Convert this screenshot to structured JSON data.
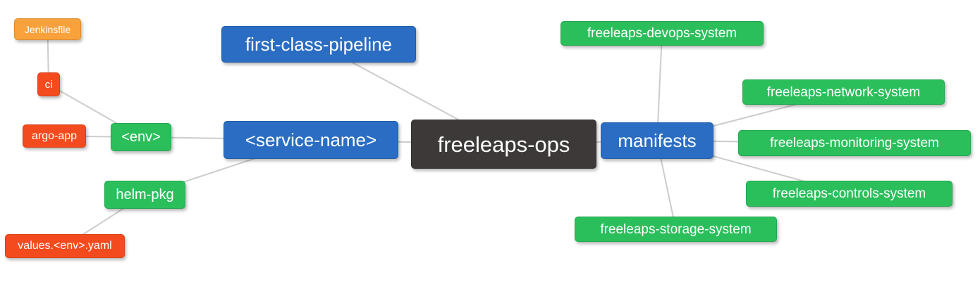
{
  "colors": {
    "orange": "#F9A23C",
    "red": "#F44B1E",
    "green": "#2BBF5C",
    "blue": "#2A6DC2",
    "dark": "#3D3938",
    "edge": "#CCCCCC",
    "background": "#FFFFFF",
    "text": "#FFFFFF"
  },
  "mindmap": {
    "root": "freeleaps_ops",
    "nodes": {
      "freeleaps_ops": {
        "label": "freeleaps-ops",
        "color": "#3D3938"
      },
      "first_class_pipeline": {
        "label": "first-class-pipeline",
        "color": "#2A6DC2"
      },
      "service_name": {
        "label": "<service-name>",
        "color": "#2A6DC2"
      },
      "manifests": {
        "label": "manifests",
        "color": "#2A6DC2"
      },
      "env": {
        "label": "<env>",
        "color": "#2BBF5C"
      },
      "helm_pkg": {
        "label": "helm-pkg",
        "color": "#2BBF5C"
      },
      "ci": {
        "label": "ci",
        "color": "#F44B1E"
      },
      "argo_app": {
        "label": "argo-app",
        "color": "#F44B1E"
      },
      "jenkinsfile": {
        "label": "Jenkinsfile",
        "color": "#F9A23C"
      },
      "values_env_yaml": {
        "label": "values.<env>.yaml",
        "color": "#F44B1E"
      },
      "devops_system": {
        "label": "freeleaps-devops-system",
        "color": "#2BBF5C"
      },
      "network_system": {
        "label": "freeleaps-network-system",
        "color": "#2BBF5C"
      },
      "monitoring_system": {
        "label": "freeleaps-monitoring-system",
        "color": "#2BBF5C"
      },
      "controls_system": {
        "label": "freeleaps-controls-system",
        "color": "#2BBF5C"
      },
      "storage_system": {
        "label": "freeleaps-storage-system",
        "color": "#2BBF5C"
      }
    },
    "edges": [
      {
        "from": "jenkinsfile",
        "to": "ci"
      },
      {
        "from": "ci",
        "to": "env"
      },
      {
        "from": "argo_app",
        "to": "env"
      },
      {
        "from": "env",
        "to": "service_name"
      },
      {
        "from": "helm_pkg",
        "to": "service_name"
      },
      {
        "from": "values_env_yaml",
        "to": "helm_pkg"
      },
      {
        "from": "first_class_pipeline",
        "to": "freeleaps_ops"
      },
      {
        "from": "service_name",
        "to": "freeleaps_ops"
      },
      {
        "from": "freeleaps_ops",
        "to": "manifests"
      },
      {
        "from": "manifests",
        "to": "devops_system"
      },
      {
        "from": "manifests",
        "to": "network_system"
      },
      {
        "from": "manifests",
        "to": "monitoring_system"
      },
      {
        "from": "manifests",
        "to": "controls_system"
      },
      {
        "from": "manifests",
        "to": "storage_system"
      }
    ]
  }
}
